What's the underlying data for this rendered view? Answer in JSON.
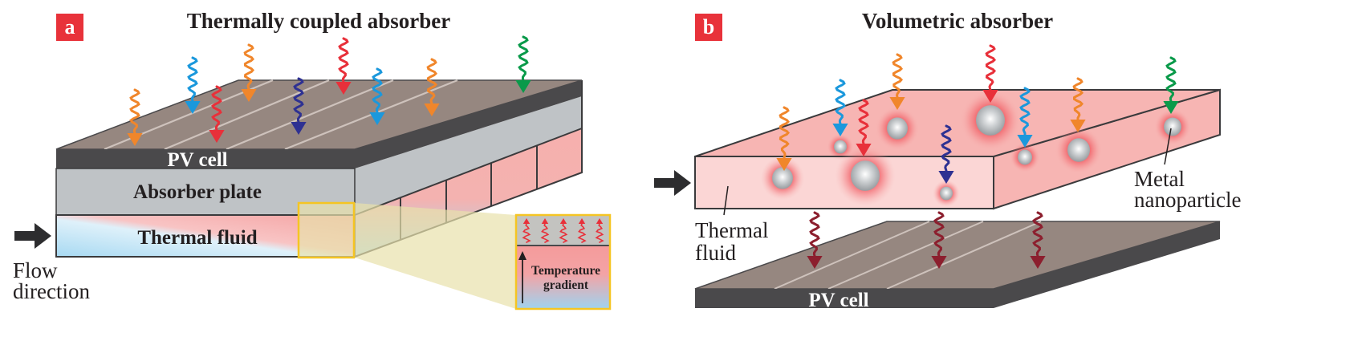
{
  "colors": {
    "badge": "#e8323a",
    "pv_top": "#968780",
    "pv_side": "#4a494b",
    "grid_line": "#d8cdc7",
    "absorber": "#bfc3c6",
    "fluid_hot": "#f5a6a6",
    "fluid_cold": "#a7d9f2",
    "volumetric_fluid": "#f7b5b3",
    "inset_frame": "#f5c523",
    "inset_beam": "#e8e1ab",
    "outline": "#3a3a3c",
    "arrow_dark": "#2d2d2f",
    "re_emitted": "#8c1f2e"
  },
  "photon_colors": {
    "orange": "#f0862b",
    "blue": "#1b98dc",
    "red": "#e8303a",
    "indigo": "#2e3192",
    "green": "#0a9a4a",
    "dark_red": "#8c1f2e"
  },
  "panel_a": {
    "badge": "a",
    "title": "Thermally coupled absorber",
    "layers": {
      "pv": "PV cell",
      "absorber": "Absorber plate",
      "fluid": "Thermal fluid"
    },
    "flow_label": [
      "Flow",
      "direction"
    ],
    "inset": {
      "label": [
        "Temperature",
        "gradient"
      ]
    },
    "incoming_photons": [
      "orange",
      "blue",
      "red",
      "orange",
      "indigo",
      "red",
      "blue",
      "orange",
      "green"
    ]
  },
  "panel_b": {
    "badge": "b",
    "title": "Volumetric absorber",
    "fluid_label": [
      "Thermal",
      "fluid"
    ],
    "particle_label": [
      "Metal",
      "nanoparticle"
    ],
    "pv_label": "PV cell",
    "incoming_photons": [
      "orange",
      "blue",
      "red",
      "orange",
      "red",
      "blue",
      "orange",
      "green",
      "indigo"
    ],
    "transmitted_photons": [
      "dark_red",
      "dark_red",
      "dark_red"
    ]
  }
}
